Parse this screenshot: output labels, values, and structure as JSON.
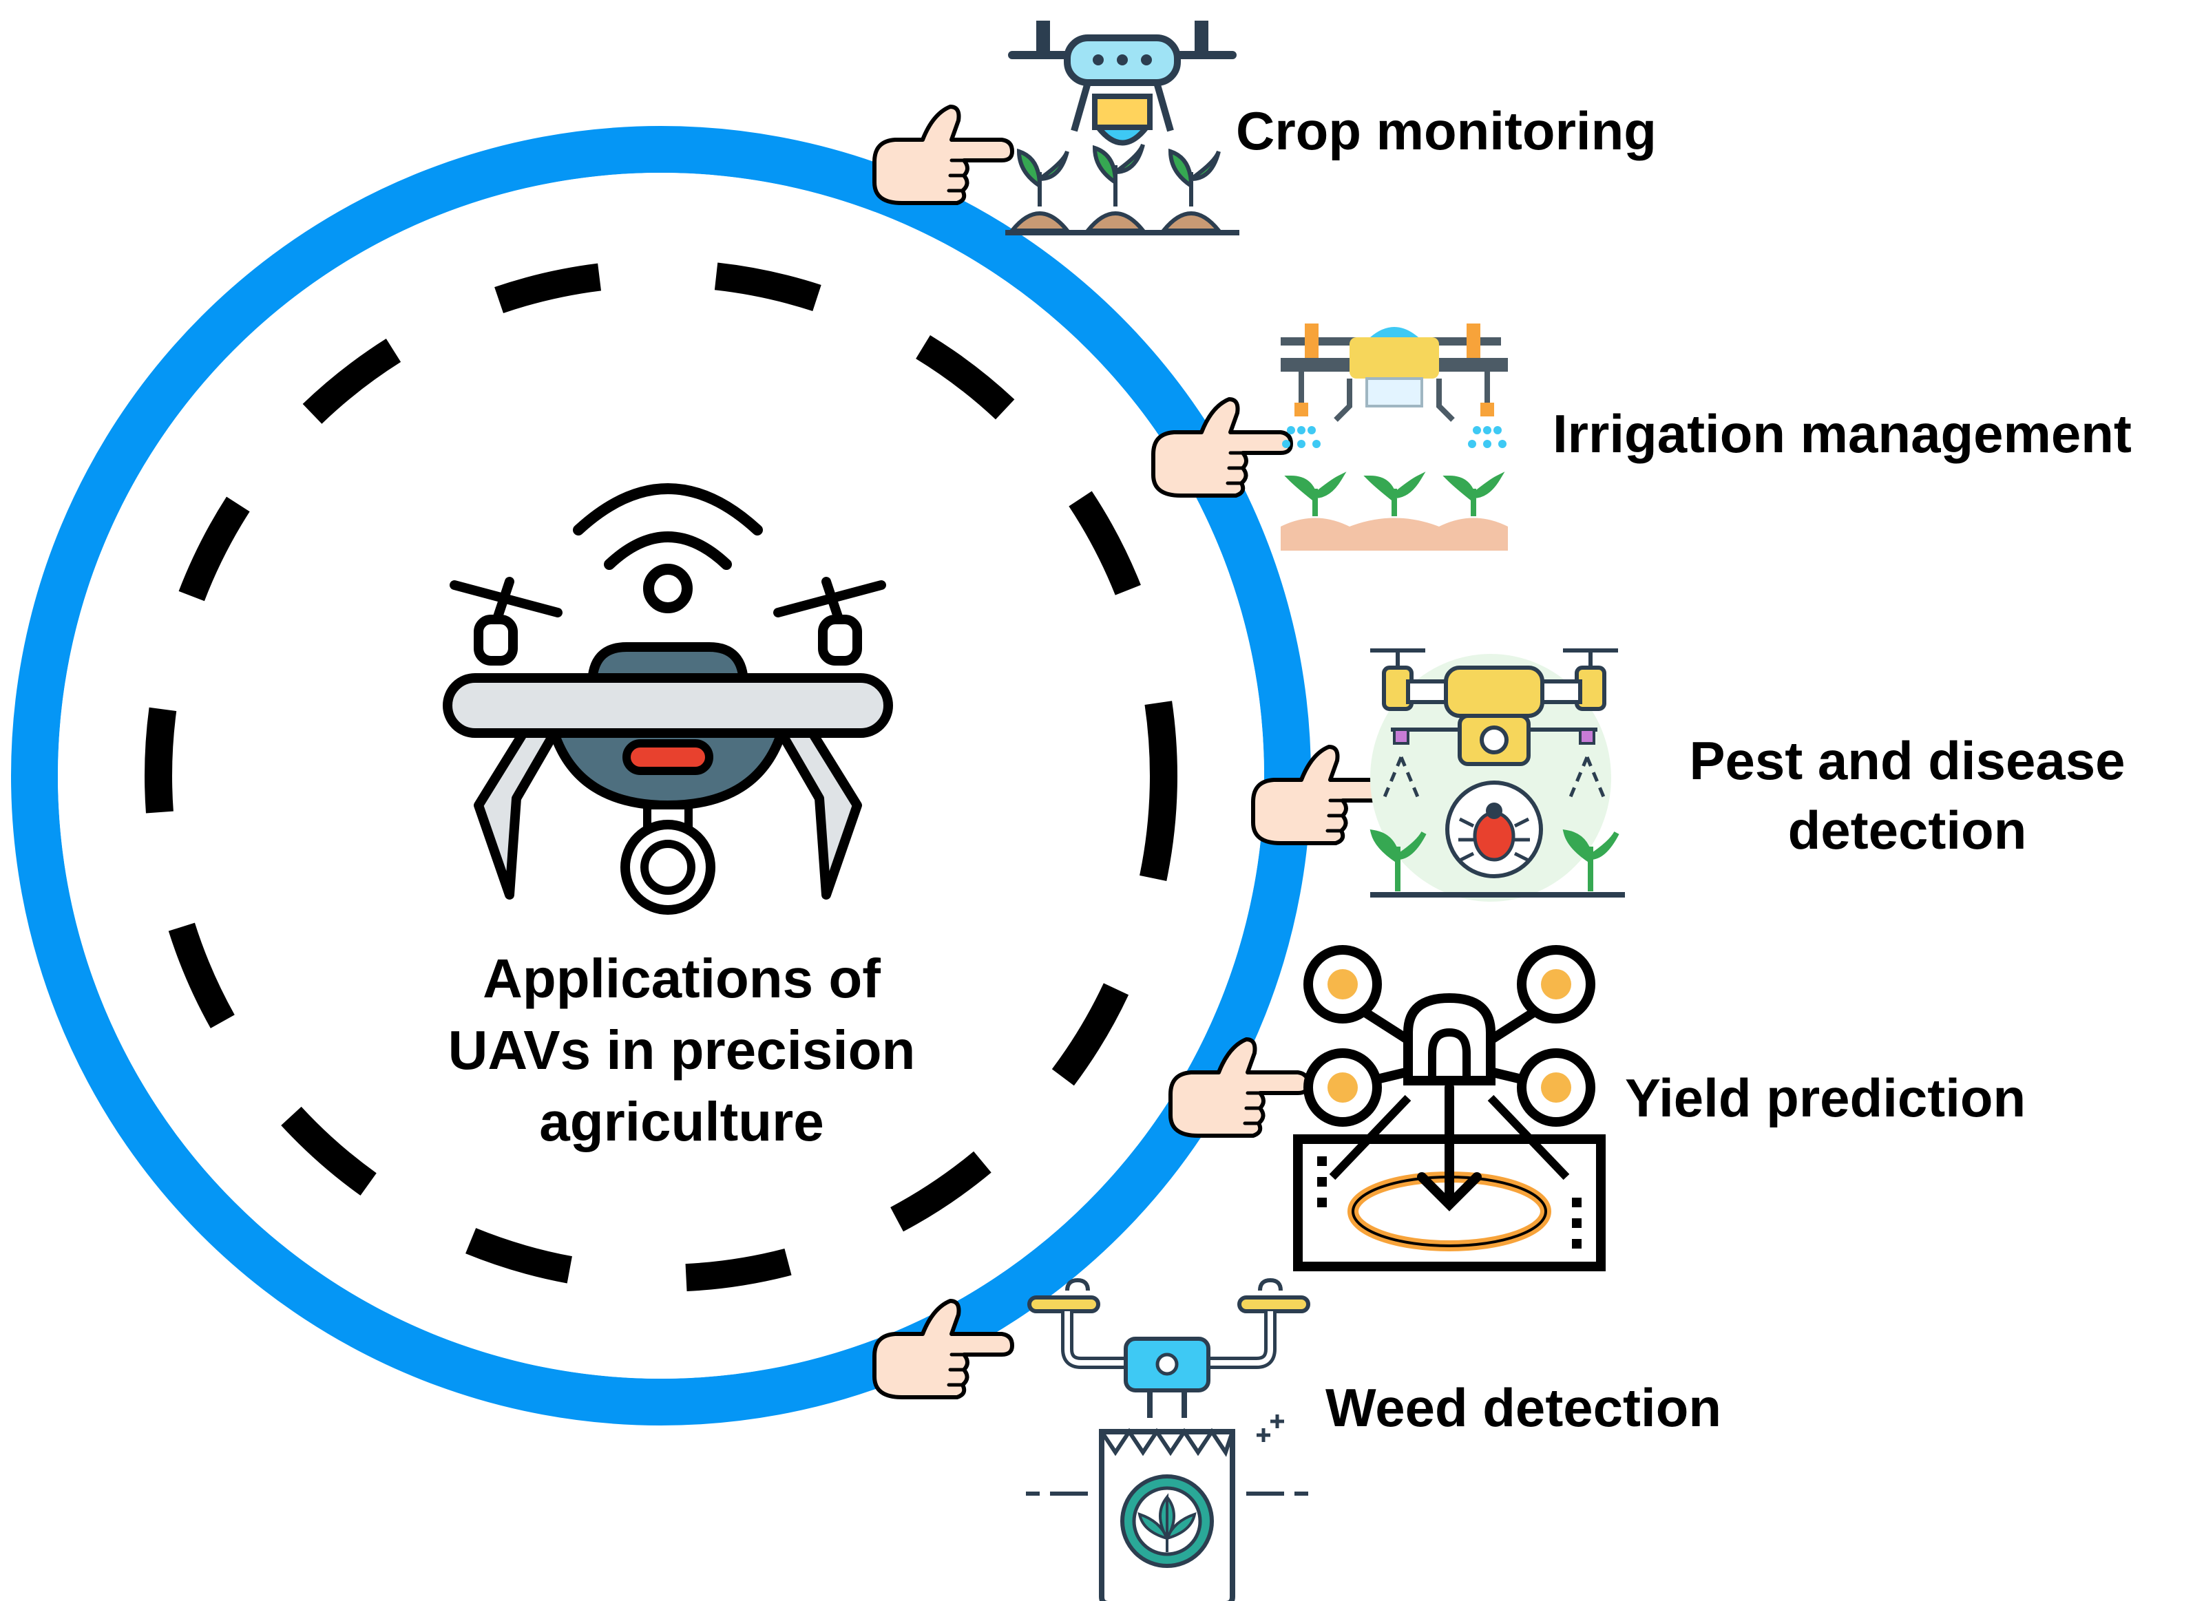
{
  "center": {
    "title_line1": "Applications of",
    "title_line2": "UAVs in precision",
    "title_line3": "agriculture"
  },
  "applications": [
    {
      "label_line1": "Crop monitoring",
      "icon": "drone-crop-monitoring-icon"
    },
    {
      "label_line1": "Irrigation management",
      "icon": "drone-irrigation-icon"
    },
    {
      "label_line1": "Pest and disease",
      "label_line2": "detection",
      "icon": "drone-pest-detection-icon"
    },
    {
      "label_line1": "Yield prediction",
      "icon": "drone-yield-prediction-icon"
    },
    {
      "label_line1": "Weed detection",
      "icon": "drone-weed-detection-icon"
    }
  ],
  "colors": {
    "ring": "#0596f5",
    "dash": "#000000",
    "hand": "#fde1cf",
    "accent_orange": "#f7a33a",
    "accent_blue": "#3ec9f4",
    "accent_yellow": "#f6d65b",
    "plant_green": "#36a852",
    "soil_brown": "#c89a74"
  }
}
